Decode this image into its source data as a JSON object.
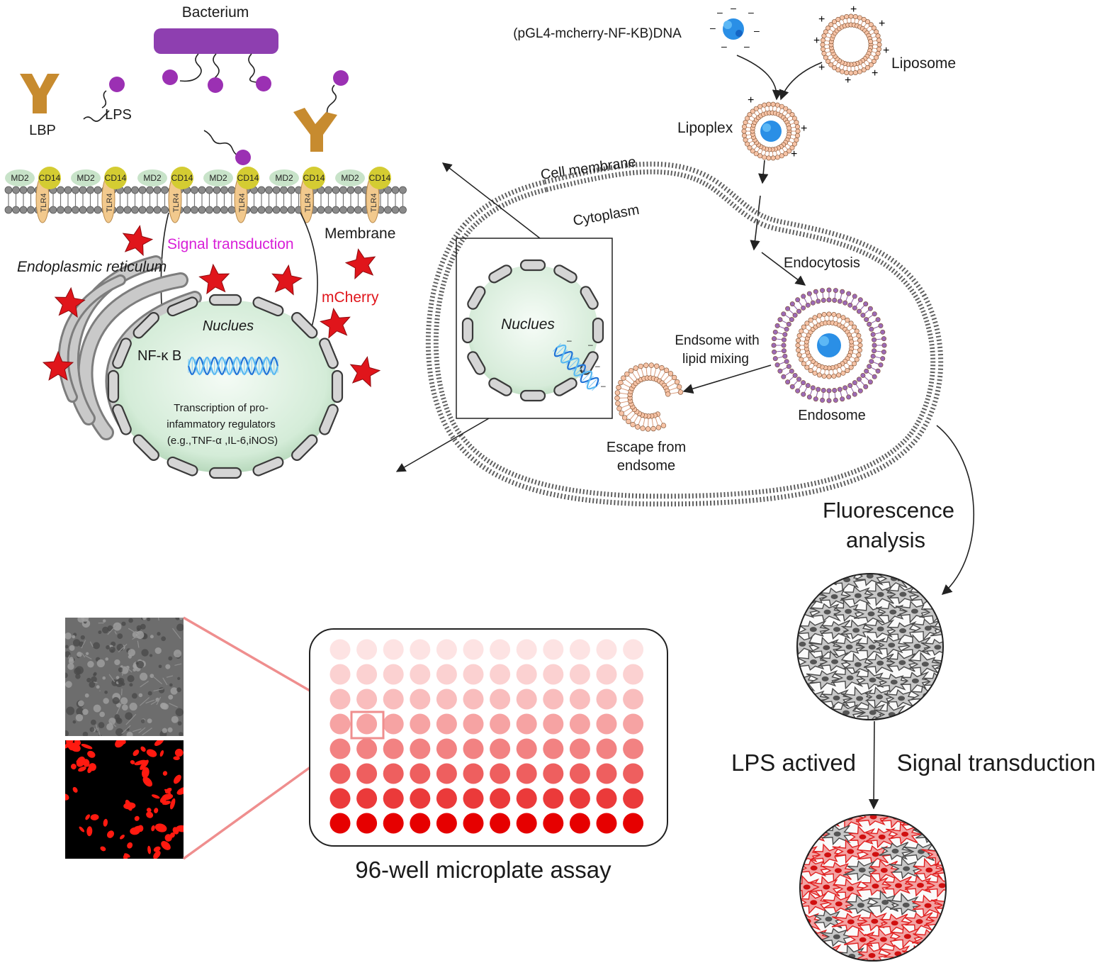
{
  "left_panel": {
    "bacterium": "Bacterium",
    "lbp": "LBP",
    "lps": "LPS",
    "md2": "MD2",
    "cd14": "CD14",
    "tlr4": "TLR4",
    "signal_transduction": "Signal transduction",
    "membrane": "Membrane",
    "endoplasmic_reticulum": "Endoplasmic reticulum",
    "mcherry": "mCherry",
    "nucleus": "Nuclues",
    "nfkb": "NF-κ B",
    "transcription_lines": [
      "Transcription of pro-",
      "infammatory regulators",
      "(e.g.,TNF-α ,IL-6,iNOS)"
    ]
  },
  "right_panel": {
    "dna_label": "(pGL4-mcherry-NF-KB)DNA",
    "liposome": "Liposome",
    "lipoplex": "Lipoplex",
    "cell_membrane": "Cell membrane",
    "cytoplasm": "Cytoplasm",
    "nucleus": "Nuclues",
    "endocytosis": "Endocytosis",
    "endsome_mixing_line1": "Endsome with",
    "endsome_mixing_line2": "lipid mixing",
    "endosome": "Endosome",
    "escape_line1": "Escape from",
    "escape_line2": "endsome"
  },
  "fluorescence": {
    "line1": "Fluorescence",
    "line2": "analysis",
    "lps_actived": "LPS actived",
    "signal_transduction": "Signal transduction"
  },
  "microplate": {
    "label": "96-well microplate assay",
    "rows": 8,
    "cols": 12,
    "row_colors": [
      "#fde3e3",
      "#fbd1d1",
      "#f9bdbd",
      "#f6a3a3",
      "#f28282",
      "#ee5f5f",
      "#eb3a3a",
      "#e60000"
    ]
  },
  "colors": {
    "bacterium": "#8e3fb0",
    "lps_head": "#9b30b3",
    "lbp": "#c78b2f",
    "star": "#e0151b",
    "nucleus_fill": "#d7eddb",
    "dna": "#2a8fe6",
    "signal_text": "#d81fd8",
    "mcherry_text": "#e0151b"
  }
}
